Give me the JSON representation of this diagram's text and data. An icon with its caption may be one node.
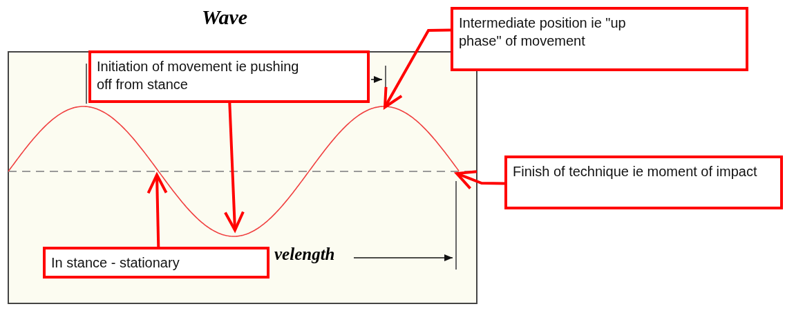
{
  "diagram": {
    "title": "Wave",
    "nodes": [
      {
        "text": [
          "Intermediate position ie \"up phase\" of movement"
        ]
      },
      {
        "text": [
          "Initiation of movement ie pushing off from stance"
        ]
      },
      {
        "text": [
          "Finish of technique ie moment of impact"
        ]
      },
      {
        "text": [
          "In stance - stationary"
        ]
      },
      {
        "text": [],
        "shape": "curve"
      }
    ],
    "edges": [
      {
        "from": 0,
        "to": 4,
        "arrow": "to"
      },
      {
        "from": 1,
        "to": 4,
        "arrow": "to"
      },
      {
        "from": 2,
        "to": 4,
        "arrow": "to"
      },
      {
        "from": 3,
        "to": 4,
        "arrow": "to"
      }
    ],
    "labels": [
      "velength"
    ]
  }
}
